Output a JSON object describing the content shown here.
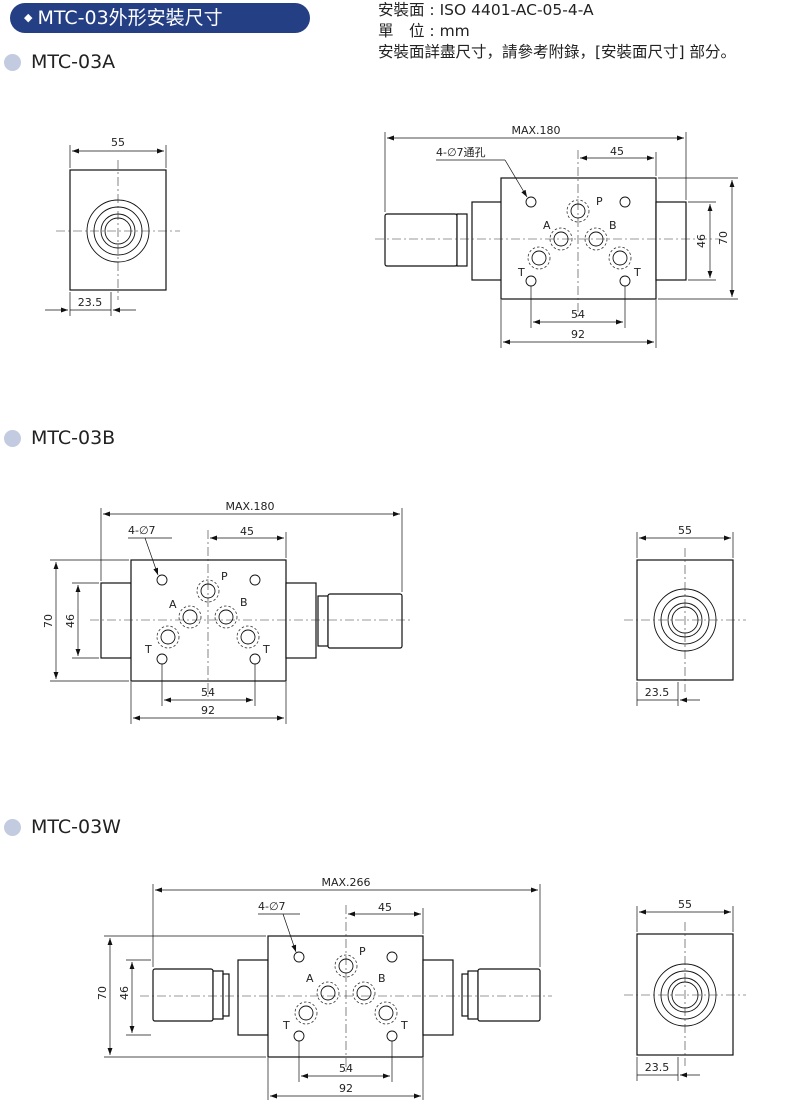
{
  "header": {
    "title": "MTC-03外形安裝尺寸",
    "spec_lines": [
      "安裝面 : ISO 4401-AC-05-4-A",
      "單　位 : mm",
      "安裝面詳盡尺寸，請參考附錄，[安裝面尺寸] 部分。"
    ]
  },
  "sections": [
    {
      "name": "MTC-03A",
      "side_view": {
        "width": "55",
        "offset": "23.5"
      },
      "front_view": {
        "max_length": "MAX.180",
        "holes_label": "4-∅7通孔",
        "dim_45": "45",
        "dim_46": "46",
        "dim_70": "70",
        "dim_54": "54",
        "dim_92": "92",
        "port_p": "P",
        "port_a": "A",
        "port_b": "B",
        "port_t1": "T",
        "port_t2": "T"
      }
    },
    {
      "name": "MTC-03B",
      "side_view": {
        "width": "55",
        "offset": "23.5"
      },
      "front_view": {
        "max_length": "MAX.180",
        "holes_label": "4-∅7",
        "dim_45": "45",
        "dim_46": "46",
        "dim_70": "70",
        "dim_54": "54",
        "dim_92": "92",
        "port_p": "P",
        "port_a": "A",
        "port_b": "B",
        "port_t1": "T",
        "port_t2": "T"
      }
    },
    {
      "name": "MTC-03W",
      "side_view": {
        "width": "55",
        "offset": "23.5"
      },
      "front_view": {
        "max_length": "MAX.266",
        "holes_label": "4-∅7",
        "dim_45": "45",
        "dim_46": "46",
        "dim_70": "70",
        "dim_54": "54",
        "dim_92": "92",
        "port_p": "P",
        "port_a": "A",
        "port_b": "B",
        "port_t1": "T",
        "port_t2": "T"
      }
    }
  ]
}
